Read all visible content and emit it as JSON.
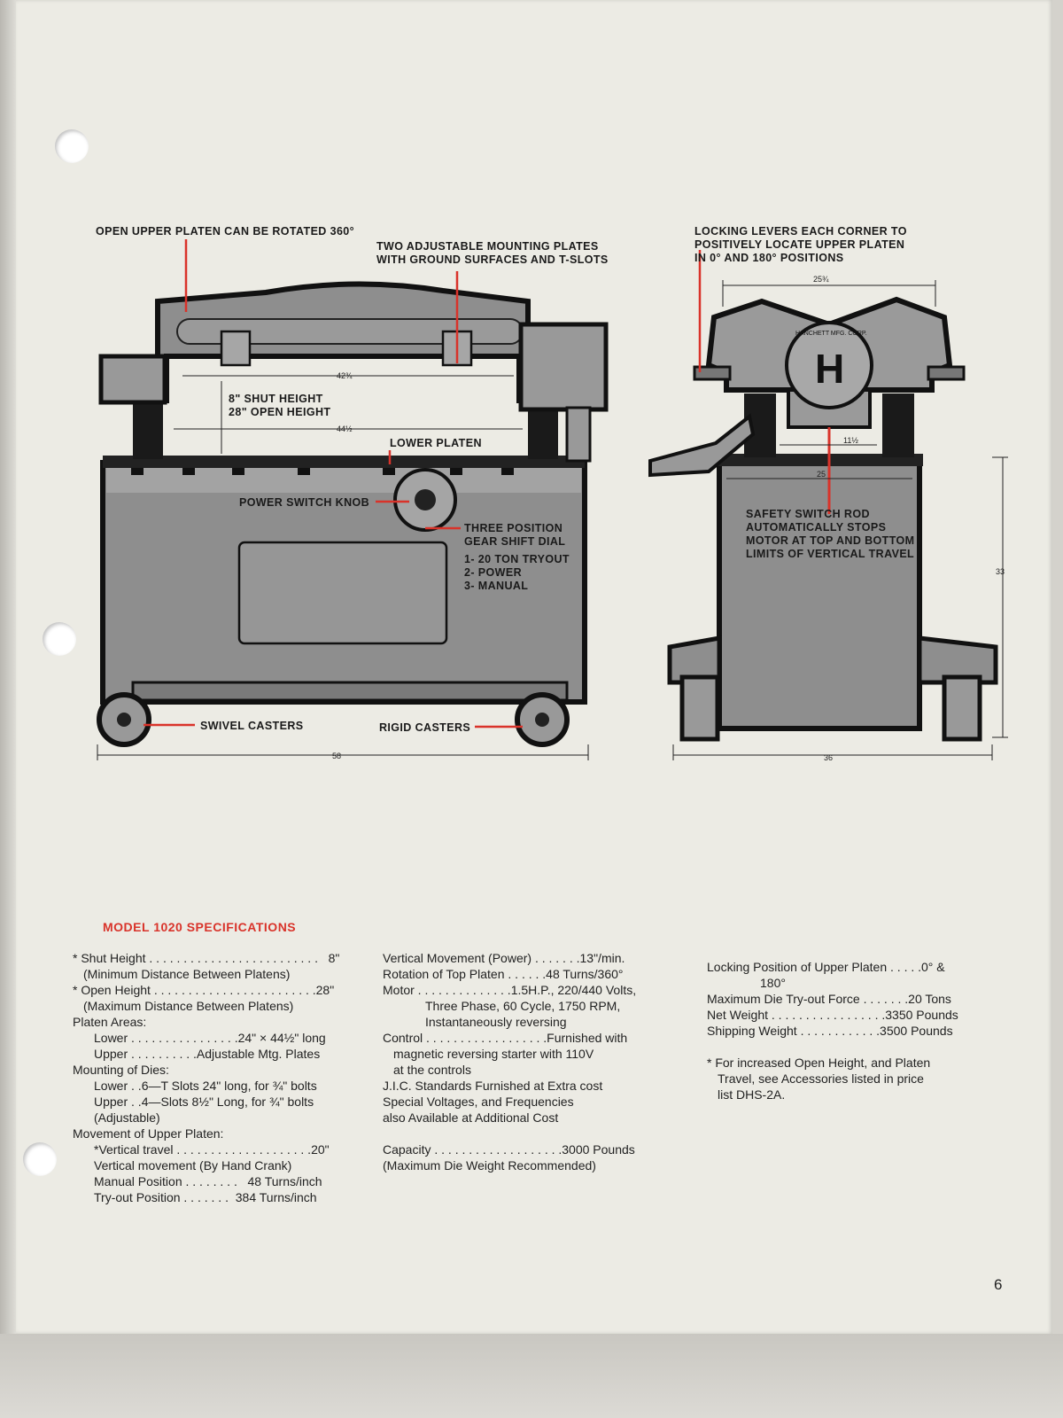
{
  "callouts": {
    "rotate": "OPEN UPPER PLATEN CAN BE ROTATED 360°",
    "mount_1": "TWO ADJUSTABLE MOUNTING PLATES",
    "mount_2": "WITH GROUND SURFACES AND T-SLOTS",
    "shut": "8\" SHUT HEIGHT",
    "open": "28\" OPEN HEIGHT",
    "lower_platen": "LOWER PLATEN",
    "power_knob": "POWER SWITCH KNOB",
    "dial_1": "THREE POSITION",
    "dial_2": "GEAR SHIFT DIAL",
    "dial_3": "1- 20 TON TRYOUT",
    "dial_4": "2- POWER",
    "dial_5": "3- MANUAL",
    "swivel": "SWIVEL CASTERS",
    "rigid": "RIGID CASTERS",
    "lock_1": "LOCKING LEVERS EACH CORNER TO",
    "lock_2": "POSITIVELY LOCATE UPPER PLATEN",
    "lock_3": "IN 0° AND 180° POSITIONS",
    "safety_1": "SAFETY SWITCH ROD",
    "safety_2": "AUTOMATICALLY STOPS",
    "safety_3": "MOTOR AT TOP AND BOTTOM",
    "safety_4": "LIMITS OF VERTICAL TRAVEL",
    "logo_h": "H",
    "logo_text": "HANCHETT MFG. CORP."
  },
  "dimensions": {
    "d42": "42¾",
    "d44": "44½",
    "d58": "58",
    "d25t": "25¾",
    "d11": "11½",
    "d25": "25",
    "d33": "33",
    "d36": "36"
  },
  "spec_title": "MODEL 1020 SPECIFICATIONS",
  "col1": [
    {
      "text": "* Shut Height . . . . . . . . . . . . . . . . . . . . . . . . .   8\"",
      "indent": 0
    },
    {
      "text": "(Minimum Distance Between Platens)",
      "indent": 1
    },
    {
      "text": "* Open Height . . . . . . . . . . . . . . . . . . . . . . . .28\"",
      "indent": 0
    },
    {
      "text": "(Maximum Distance Between Platens)",
      "indent": 1
    },
    {
      "text": "Platen Areas:",
      "indent": 0
    },
    {
      "text": "Lower . . . . . . . . . . . . . . . .24\" × 44½\" long",
      "indent": 2
    },
    {
      "text": "Upper . . . . . . . . . .Adjustable Mtg. Plates",
      "indent": 2
    },
    {
      "text": "Mounting of Dies:",
      "indent": 0
    },
    {
      "text": "Lower . .6—T Slots 24\" long, for ¾\" bolts",
      "indent": 2
    },
    {
      "text": "Upper . .4—Slots 8½\" Long, for ¾\" bolts",
      "indent": 2
    },
    {
      "text": "(Adjustable)",
      "indent": 2
    },
    {
      "text": "Movement of Upper Platen:",
      "indent": 0
    },
    {
      "text": "*Vertical travel . . . . . . . . . . . . . . . . . . . .20\"",
      "indent": 2
    },
    {
      "text": "Vertical movement (By Hand Crank)",
      "indent": 2
    },
    {
      "text": "Manual Position . . . . . . . .   48 Turns/inch",
      "indent": 2
    },
    {
      "text": "Try-out Position . . . . . . .  384 Turns/inch",
      "indent": 2
    }
  ],
  "col2": [
    {
      "text": "Vertical Movement (Power) . . . . . . .13\"/min.",
      "indent": 0
    },
    {
      "text": "Rotation of Top Platen . . . . . .48 Turns/360°",
      "indent": 0
    },
    {
      "text": "Motor . . . . . . . . . . . . . .1.5H.P., 220/440 Volts,",
      "indent": 0
    },
    {
      "text": "Three Phase, 60 Cycle, 1750 RPM,",
      "indent": 4
    },
    {
      "text": "Instantaneously reversing",
      "indent": 4
    },
    {
      "text": "Control . . . . . . . . . . . . . . . . . .Furnished with",
      "indent": 0
    },
    {
      "text": "magnetic reversing starter with 110V",
      "indent": 1
    },
    {
      "text": "at the controls",
      "indent": 1
    },
    {
      "text": "J.I.C. Standards Furnished at Extra cost",
      "indent": 0
    },
    {
      "text": "Special Voltages, and Frequencies",
      "indent": 0
    },
    {
      "text": "also Available at Additional Cost",
      "indent": 0
    },
    {
      "text": "",
      "indent": 0
    },
    {
      "text": "Capacity . . . . . . . . . . . . . . . . . . .3000 Pounds",
      "indent": 0
    },
    {
      "text": "(Maximum Die Weight Recommended)",
      "indent": 0
    }
  ],
  "col3": [
    {
      "text": "Locking Position of Upper Platen . . . . .0° &",
      "indent": 0
    },
    {
      "text": "180°",
      "indent": 5
    },
    {
      "text": "Maximum Die Try-out Force . . . . . . .20 Tons",
      "indent": 0
    },
    {
      "text": "Net Weight . . . . . . . . . . . . . . . . .3350 Pounds",
      "indent": 0
    },
    {
      "text": "Shipping Weight . . . . . . . . . . . .3500 Pounds",
      "indent": 0
    },
    {
      "text": "",
      "indent": 0
    },
    {
      "text": "* For increased Open Height, and Platen",
      "indent": 0
    },
    {
      "text": "Travel, see Accessories listed in price",
      "indent": 1
    },
    {
      "text": "list DHS-2A.",
      "indent": 1
    }
  ],
  "page_number": "6"
}
